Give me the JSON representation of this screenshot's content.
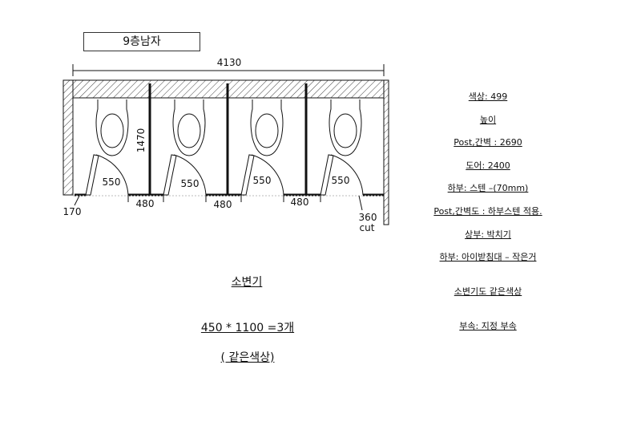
{
  "title": "9층남자",
  "dimensions": {
    "overall_width": "4130",
    "stall_depth": "1470",
    "door_widths": [
      "550",
      "550",
      "550",
      "550"
    ],
    "gaps": [
      "480",
      "480",
      "480"
    ],
    "end_left": "170",
    "end_right": "360",
    "end_right_note": "cut"
  },
  "specs": [
    "색상: 499",
    "높이",
    "Post,간벽 : 2690",
    "도어: 2400",
    "하부: 스텐 –(70mm)",
    "Post,간벽도 : 하부스텐 적용.",
    "상부: 박치기",
    "하부: 아이받침대 – 작은거",
    "소변기도 같은색상",
    "부속:  지정 부속"
  ],
  "urinal": {
    "heading": "소변기",
    "size": "450 * 1100 =3개",
    "color_note": "( 같은색상)"
  }
}
